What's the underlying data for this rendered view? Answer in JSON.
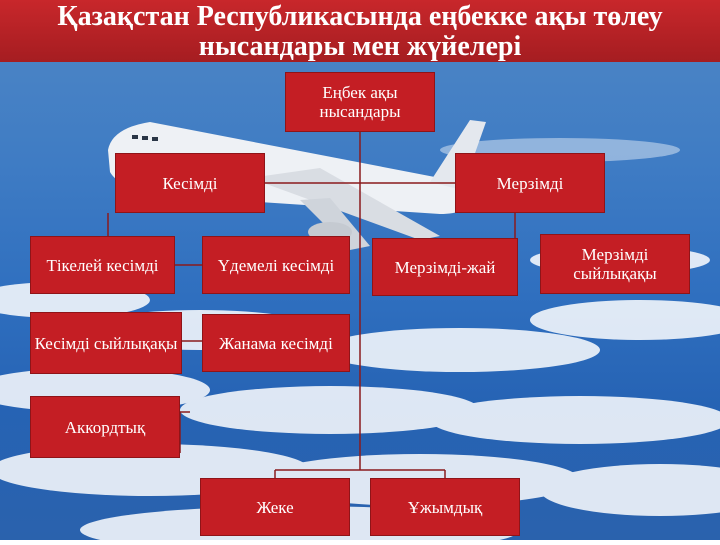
{
  "slide": {
    "title_line1": "Қазақстан Республикасында еңбекке ақы төлеу",
    "title_line2": "нысандары мен жүйелері"
  },
  "diagram": {
    "root": "Еңбек ақы нысандары",
    "kesimdi": "Кесімді",
    "merzimdi": "Мерзімді",
    "tikeley": "Тікелей кесімді",
    "udemeli": "Үдемелі кесімді",
    "kesimdi_syilyk": "Кесімді сыйлықақы",
    "zhanama": "Жанама кесімді",
    "akkord": "Аккордтық",
    "merzimdi_zhai": "Мерзімді-жай",
    "merzimdi_syilyk": "Мерзімді сыйлықақы",
    "zheke": "Жеке",
    "uzhymdyk": "Ұжымдық"
  },
  "colors": {
    "title_bar": "#b52025",
    "box": "#c41e24",
    "sky": "#3f7cc4"
  }
}
